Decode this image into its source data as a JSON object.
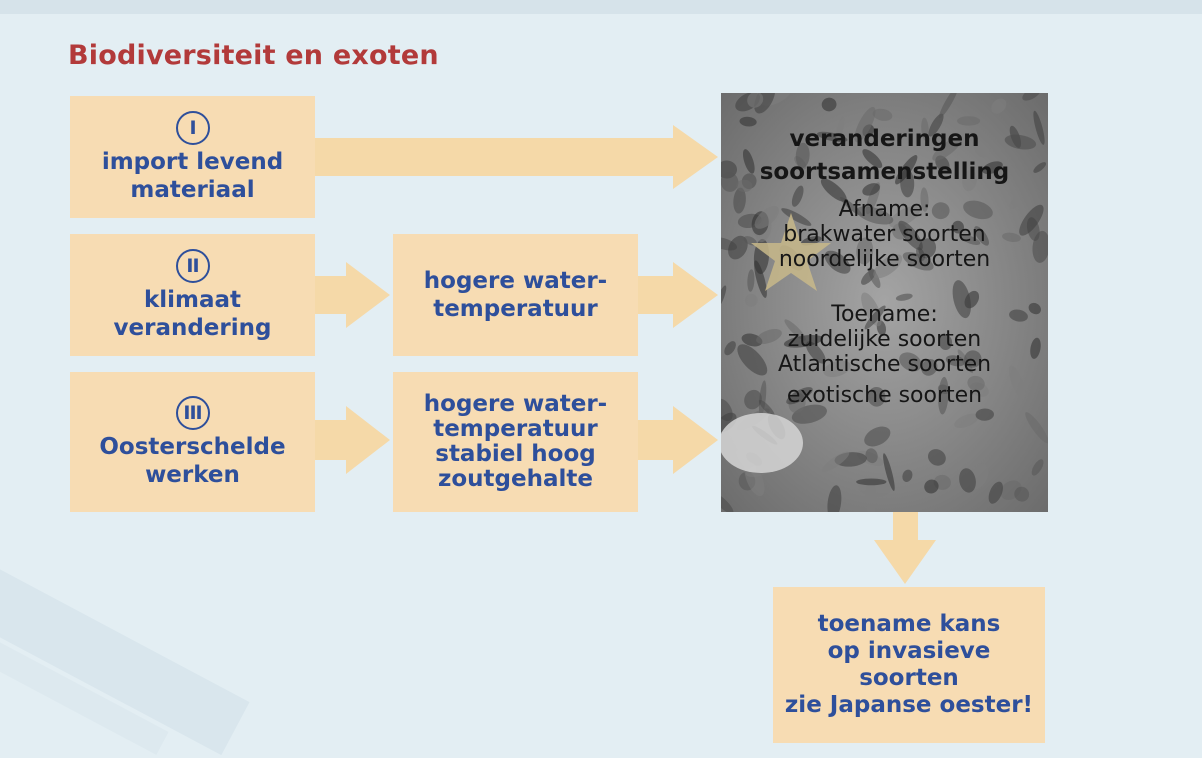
{
  "title": "Biodiversiteit en exoten",
  "causes": [
    {
      "numeral": "I",
      "label": "import levend\nmateriaal"
    },
    {
      "numeral": "II",
      "label": "klimaat\nverandering"
    },
    {
      "numeral": "III",
      "label": "Oosterschelde\nwerken"
    }
  ],
  "effects": [
    {
      "label": "hogere water-\ntemperatuur"
    },
    {
      "label": "hogere water-\ntemperatuur\nstabiel hoog\nzoutgehalte"
    }
  ],
  "center": {
    "heading": "veranderingen\nsoortsamenstelling",
    "decrease_label": "Afname:",
    "decrease_items": [
      "brakwater soorten",
      "noordelijke soorten"
    ],
    "increase_label": "Toename:",
    "increase_items": [
      "zuidelijke soorten",
      "Atlantische soorten",
      "exotische soorten"
    ]
  },
  "outcome": {
    "label": "toename kans\nop invasieve\nsoorten\nzie Japanse oester!"
  },
  "colors": {
    "box_fill": "#f7dcb3",
    "arrow": "#f5d9a8",
    "text_blue": "#2e4f9b",
    "title_red": "#b23a3a",
    "background": "#e3eef3"
  }
}
